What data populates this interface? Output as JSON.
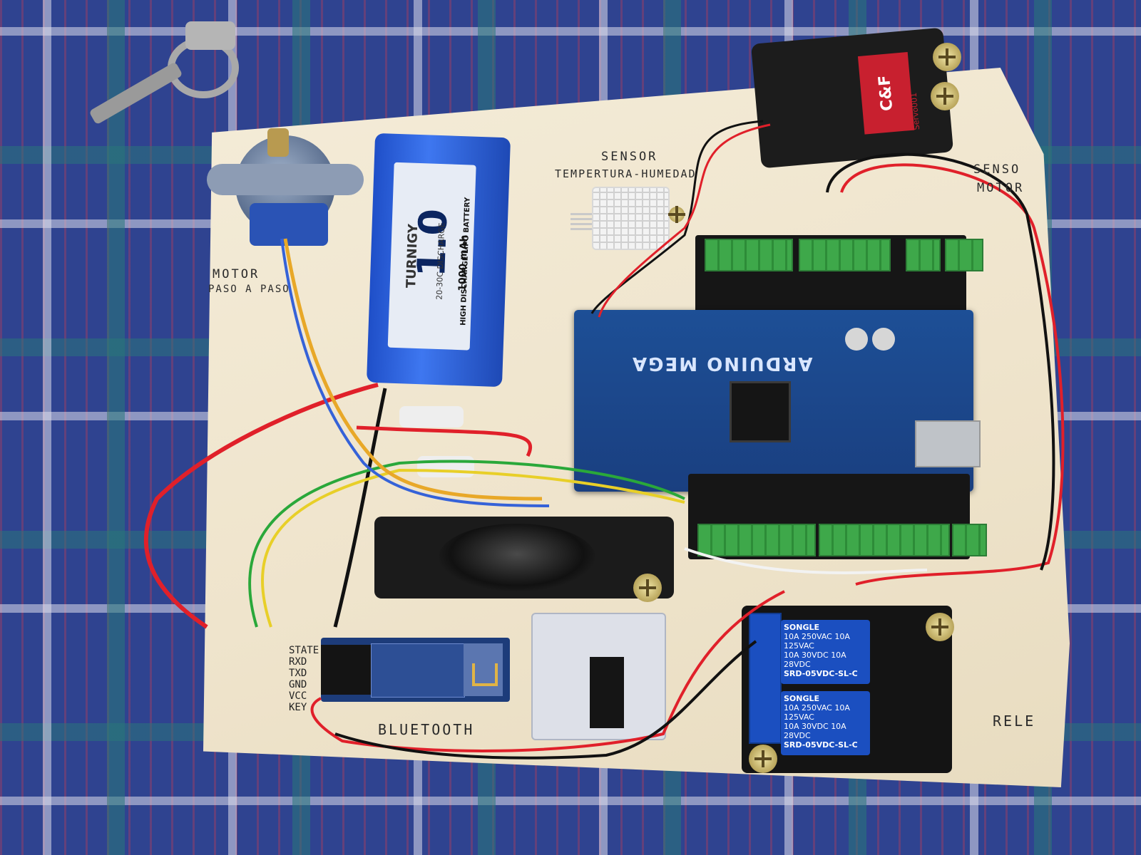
{
  "labels": {
    "sensor_line1": "SENSOR",
    "sensor_line2": "TEMPERTURA-HUMEDAD",
    "servo_line1": "SENSO",
    "servo_line2": "MOTOR",
    "stepper_line1": "MOTOR",
    "stepper_line2": "PASO A PASO",
    "bluetooth": "BLUETOOTH",
    "relay": "RELE",
    "bt_pins": [
      "STATE",
      "RXD",
      "TXD",
      "GND",
      "VCC",
      "KEY"
    ]
  },
  "components": {
    "battery_brand": "TURNIGY",
    "battery_capacity": "1.0",
    "battery_sub": "1000 mAh",
    "battery_discharge": "20-30C DISCHARGE",
    "battery_type": "HIGH DISCHARGE LIPO BATTERY",
    "servo_brand": "C&F",
    "servo_model": "Servo001",
    "board_logo": "ARDUINO MEGA",
    "relay_brand": "SONGLE",
    "relay_model": "SRD-05VDC-SL-C",
    "relay_rating_1": "10A 250VAC  10A 125VAC",
    "relay_rating_2": "10A 30VDC  10A 28VDC"
  },
  "colors": {
    "board": "#f0e6cf",
    "arduino": "#1d4f96",
    "battery": "#2f63e0",
    "terminal": "#3ea84a",
    "wire_red": "#e0202a",
    "wire_black": "#111111",
    "wire_green": "#2aa83a",
    "wire_yellow": "#e8cf28"
  }
}
